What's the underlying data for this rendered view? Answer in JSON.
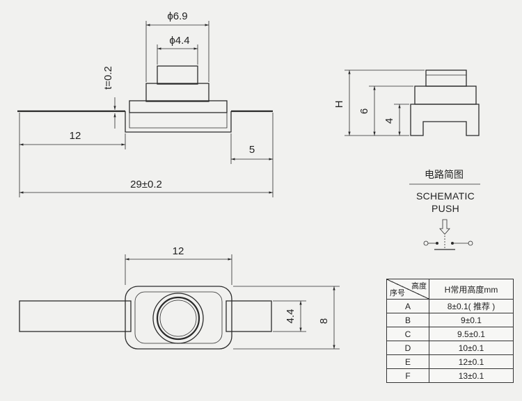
{
  "dimensions": {
    "outer_dia": "ϕ6.9",
    "inner_dia": "ϕ4.4",
    "thickness": "t=0.2",
    "left_len": "12",
    "right_len": "5",
    "total_len": "29±0.2",
    "height_H": "H",
    "height_6": "6",
    "height_4": "4",
    "bottom_width": "12",
    "bottom_44": "4.4",
    "bottom_8": "8"
  },
  "schematic": {
    "title": "电路简图",
    "label1": "SCHEMATIC",
    "label2": "PUSH"
  },
  "table": {
    "header_top": "高度",
    "header_bottom": "序号",
    "header_col2": "H常用高度mm",
    "rows": [
      {
        "id": "A",
        "value": "8±0.1( 推荐 )"
      },
      {
        "id": "B",
        "value": "9±0.1"
      },
      {
        "id": "C",
        "value": "9.5±0.1"
      },
      {
        "id": "D",
        "value": "10±0.1"
      },
      {
        "id": "E",
        "value": "12±0.1"
      },
      {
        "id": "F",
        "value": "13±0.1"
      }
    ]
  }
}
